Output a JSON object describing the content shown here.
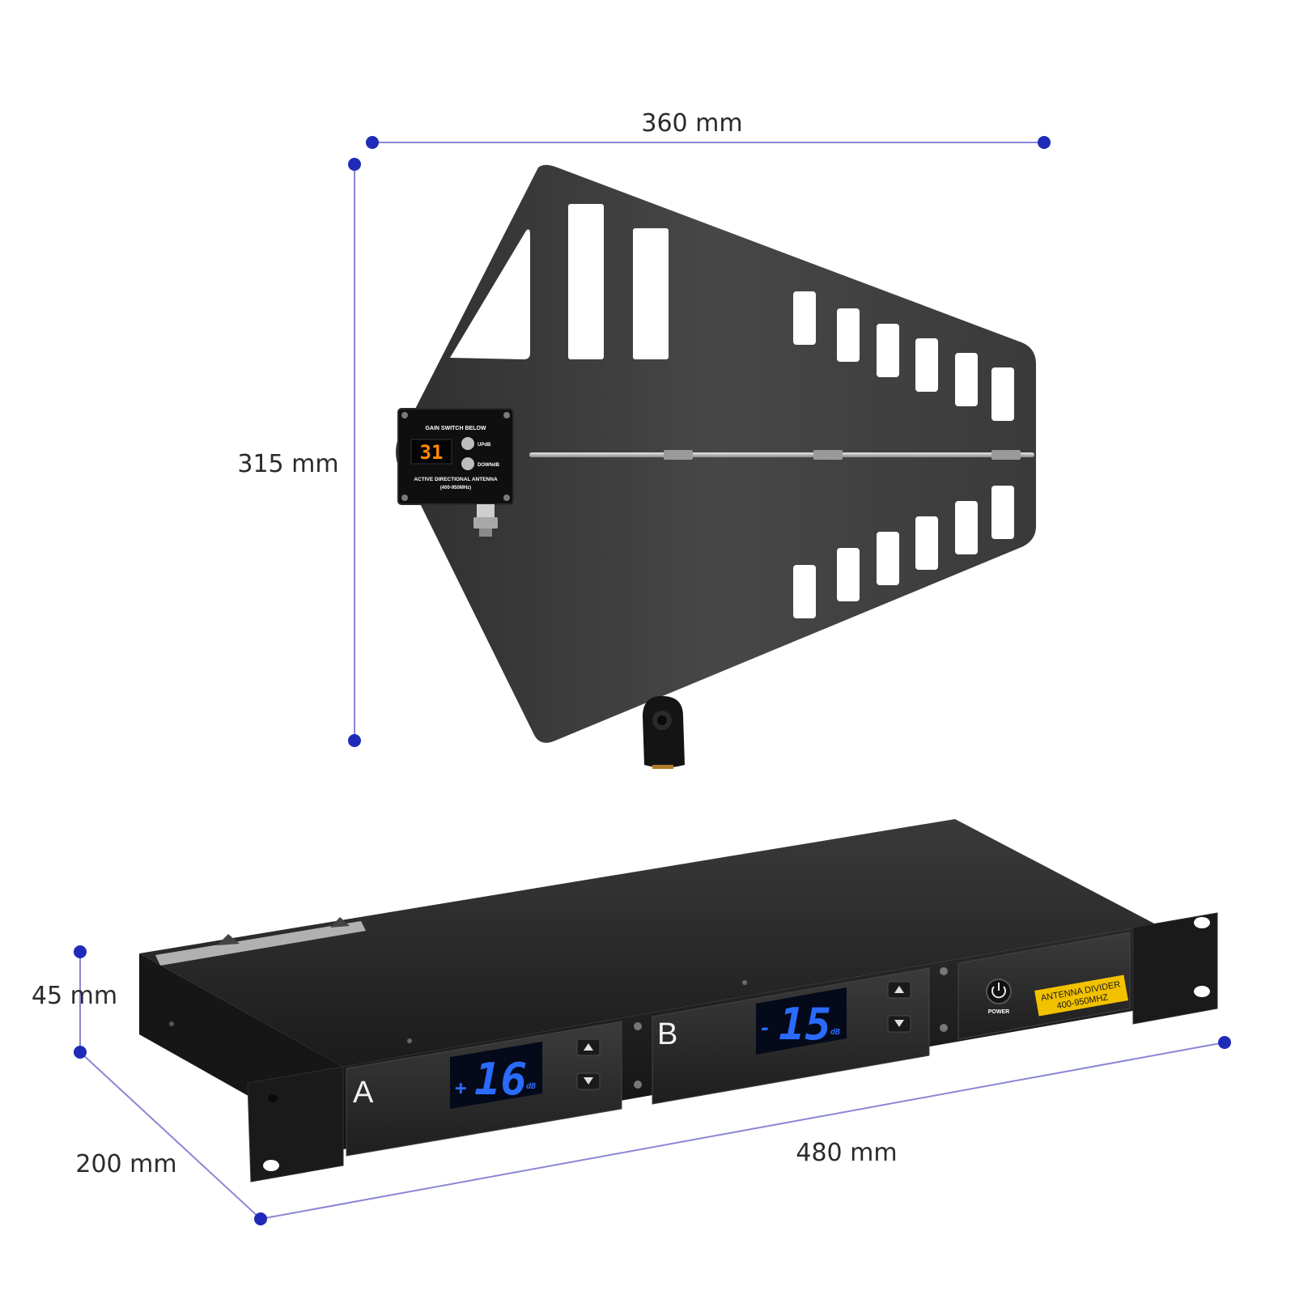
{
  "dimensions": {
    "antenna_width": "360 mm",
    "antenna_height": "315 mm",
    "rack_height": "45 mm",
    "rack_depth": "200 mm",
    "rack_width": "480 mm"
  },
  "antenna": {
    "panel_title": "GAIN SWITCH BELOW",
    "gain_display": "31",
    "up_label": "UPdB",
    "down_label": "DOWNdB",
    "product_line1": "ACTIVE DIRECTIONAL ANTENNA",
    "product_line2": "(400-950MHz)"
  },
  "rack": {
    "channel_a": {
      "letter": "A",
      "sign": "+",
      "value": "16",
      "unit": "dB"
    },
    "channel_b": {
      "letter": "B",
      "sign": "-",
      "value": "15",
      "unit": "dB"
    },
    "power_label": "POWER",
    "badge_line1": "ANTENNA DIVIDER",
    "badge_line2": "400-950MHZ"
  },
  "colors": {
    "dimension_line": "#8a86d6",
    "dimension_dot": "#1f2bb8",
    "antenna_body": "#3f3f3f",
    "rack_body": "#202020",
    "display_blue": "#2a6bff",
    "display_orange": "#ff8a00",
    "badge_yellow": "#f2c200"
  }
}
